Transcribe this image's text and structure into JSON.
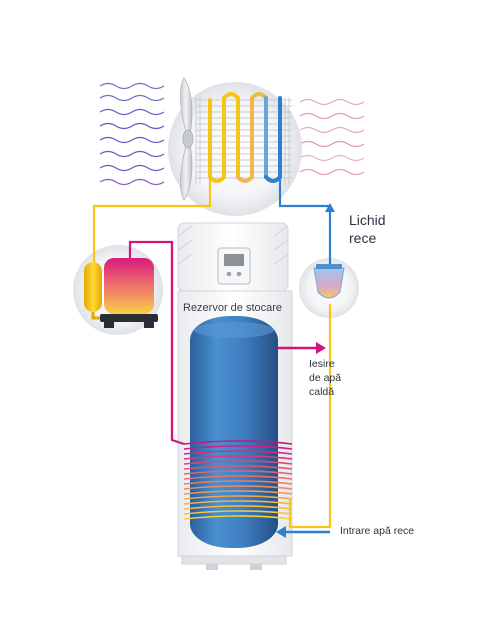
{
  "labels": {
    "cold_liquid_line1": "Lichid",
    "cold_liquid_line2": "rece",
    "storage_tank": "Rezervor de stocare",
    "hot_water_line1": "Iesire",
    "hot_water_line2": "de apă",
    "hot_water_line3": "caldă",
    "cold_water_in": "Intrare apă rece"
  },
  "colors": {
    "yellow_pipe": "#f5c518",
    "magenta_pipe": "#d4147a",
    "blue_pipe": "#2f7fd0",
    "tank_blue": "#3d7cc4",
    "warm_air": "#e89bb5",
    "cold_air": "#5a5cc8"
  },
  "icons": [
    "fan-icon",
    "compressor-icon",
    "expansion-valve-icon",
    "evaporator-coil-icon",
    "control-panel-icon"
  ]
}
